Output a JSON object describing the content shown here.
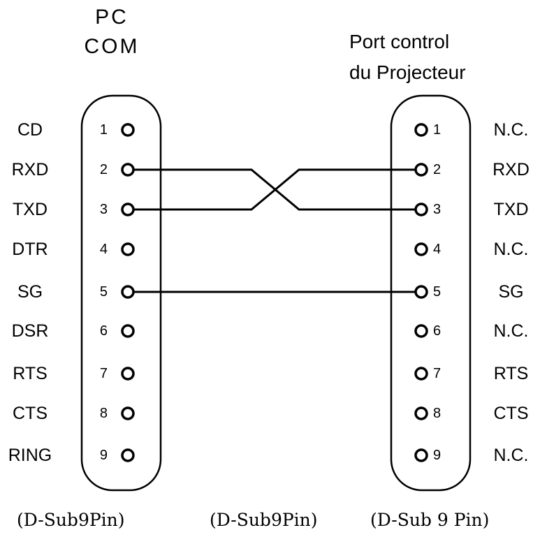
{
  "left_connector": {
    "title_lines": [
      "PC",
      "COM"
    ],
    "footer": "(D-Sub9Pin)",
    "pins": [
      {
        "number": "1",
        "signal": "CD"
      },
      {
        "number": "2",
        "signal": "RXD"
      },
      {
        "number": "3",
        "signal": "TXD"
      },
      {
        "number": "4",
        "signal": "DTR"
      },
      {
        "number": "5",
        "signal": "SG"
      },
      {
        "number": "6",
        "signal": "DSR"
      },
      {
        "number": "7",
        "signal": "RTS"
      },
      {
        "number": "8",
        "signal": "CTS"
      },
      {
        "number": "9",
        "signal": "RING"
      }
    ]
  },
  "right_connector": {
    "title_lines": [
      "Port control",
      "du Projecteur"
    ],
    "footer": "(D-Sub 9 Pin)",
    "pins": [
      {
        "number": "1",
        "signal": "N.C."
      },
      {
        "number": "2",
        "signal": "RXD"
      },
      {
        "number": "3",
        "signal": "TXD"
      },
      {
        "number": "4",
        "signal": "N.C."
      },
      {
        "number": "5",
        "signal": "SG"
      },
      {
        "number": "6",
        "signal": "N.C."
      },
      {
        "number": "7",
        "signal": "RTS"
      },
      {
        "number": "8",
        "signal": "CTS"
      },
      {
        "number": "9",
        "signal": "N.C."
      }
    ]
  },
  "middle_footer": "(D-Sub9Pin)",
  "wiring": [
    {
      "from": "2",
      "to": "3"
    },
    {
      "from": "3",
      "to": "2"
    },
    {
      "from": "5",
      "to": "5"
    }
  ]
}
